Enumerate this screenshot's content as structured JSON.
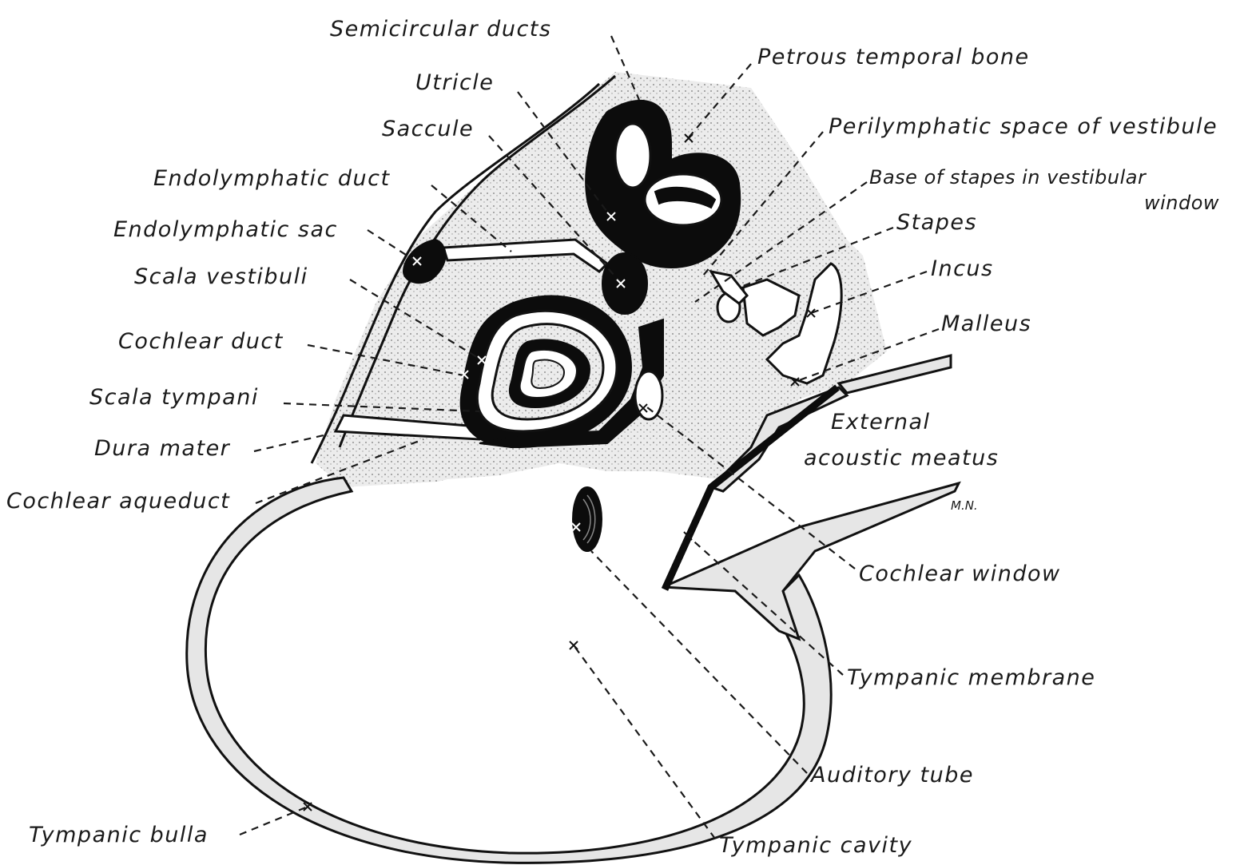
{
  "labels": {
    "semicircular_ducts": "Semicircular ducts",
    "petrous_temporal_bone": "Petrous temporal bone",
    "utricle": "Utricle",
    "saccule": "Saccule",
    "perilymphatic_space": "Perilymphatic space of vestibule",
    "endolymphatic_duct": "Endolymphatic duct",
    "base_of_stapes_line1": "Base of stapes in vestibular",
    "base_of_stapes_line2": "window",
    "endolymphatic_sac": "Endolymphatic sac",
    "stapes": "Stapes",
    "incus": "Incus",
    "scala_vestibuli": "Scala vestibuli",
    "malleus": "Malleus",
    "cochlear_duct": "Cochlear duct",
    "scala_tympani": "Scala tympani",
    "external_acoustic_meatus_line1": "External",
    "external_acoustic_meatus_line2": "acoustic meatus",
    "dura_mater": "Dura mater",
    "cochlear_aqueduct": "Cochlear aqueduct",
    "initials": "M.N.",
    "cochlear_window": "Cochlear window",
    "tympanic_membrane": "Tympanic membrane",
    "auditory_tube": "Auditory tube",
    "tympanic_bulla": "Tympanic bulla",
    "tympanic_cavity": "Tympanic cavity"
  },
  "colors": {
    "bone_stipple": "#e6e6e6",
    "ink": "#111111",
    "background": "#ffffff"
  }
}
